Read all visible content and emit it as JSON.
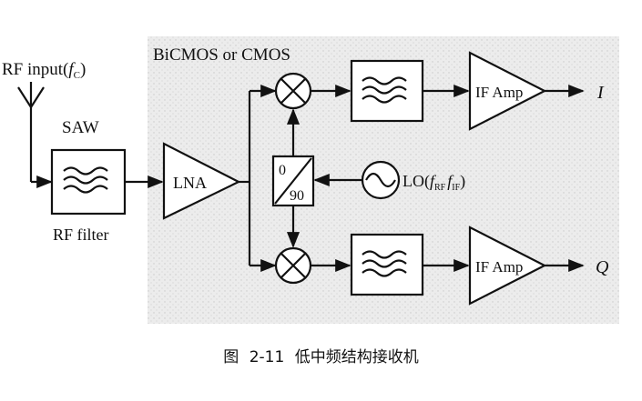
{
  "region_label": "BiCMOS or CMOS",
  "rf_input": {
    "text": "RF input(",
    "var": "f",
    "sub": "C",
    "close": ")"
  },
  "saw_label": "SAW",
  "rf_filter_label": "RF filter",
  "lna_label": "LNA",
  "phase_top": "0",
  "phase_bottom": "90",
  "lo_label": {
    "text": "LO(",
    "f1": "f",
    "sub1": "RF",
    "f2": "f",
    "sub2": "IF",
    "close": ")"
  },
  "if_amp_i": "IF Amp",
  "if_amp_q": "IF Amp",
  "out_i": "I",
  "out_q": "Q",
  "caption": {
    "prefix": "图",
    "number": "2-11",
    "title": "低中频结构接收机"
  }
}
